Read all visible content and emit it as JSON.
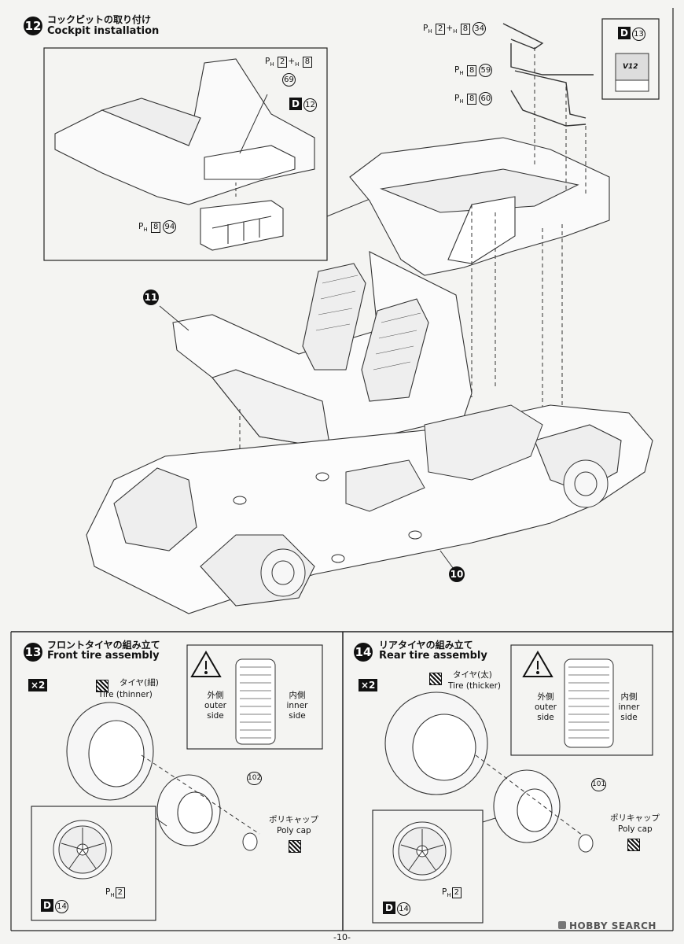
{
  "step12": {
    "number": "12",
    "title_jp": "コックピットの取り付け",
    "title_en": "Cockpit installation",
    "part_34": {
      "prefix": "P",
      "sub": "H",
      "a": "2",
      "plus": "+",
      "sub2": "H",
      "b": "8",
      "num": "34"
    },
    "part_59": {
      "prefix": "P",
      "sub": "H",
      "b": "8",
      "num": "59"
    },
    "part_60": {
      "prefix": "P",
      "sub": "H",
      "b": "8",
      "num": "60"
    },
    "decal_d13": {
      "letter": "D",
      "num": "13"
    },
    "inset_part_69": {
      "prefix": "P",
      "sub": "H",
      "a": "2",
      "plus": "+",
      "sub2": "H",
      "b": "8",
      "num": "69"
    },
    "inset_decal_d12": {
      "letter": "D",
      "num": "12"
    },
    "inset_part_94": {
      "prefix": "P",
      "sub": "H",
      "b": "8",
      "num": "94"
    },
    "callout_11": "11",
    "callout_10": "10",
    "decal_text": "V12"
  },
  "step13": {
    "number": "13",
    "title_jp": "フロントタイヤの組み立て",
    "title_en": "Front tire assembly",
    "multiplier": "×2",
    "tire_jp": "タイヤ(細)",
    "tire_en": "Tire (thinner)",
    "outer_jp": "外側",
    "outer_en1": "outer",
    "outer_en2": "side",
    "inner_jp": "内側",
    "inner_en1": "inner",
    "inner_en2": "side",
    "part_wheel": "102",
    "polycap_jp": "ポリキャップ",
    "polycap_en": "Poly cap",
    "decal": {
      "letter": "D",
      "num": "14"
    },
    "ph_part": {
      "prefix": "P",
      "sub": "H",
      "num": "2"
    }
  },
  "step14": {
    "number": "14",
    "title_jp": "リアタイヤの組み立て",
    "title_en": "Rear tire assembly",
    "multiplier": "×2",
    "tire_jp": "タイヤ(太)",
    "tire_en": "Tire (thicker)",
    "outer_jp": "外側",
    "outer_en1": "outer",
    "outer_en2": "side",
    "inner_jp": "内側",
    "inner_en1": "inner",
    "inner_en2": "side",
    "part_wheel": "101",
    "polycap_jp": "ポリキャップ",
    "polycap_en": "Poly cap",
    "decal": {
      "letter": "D",
      "num": "14"
    },
    "ph_part": {
      "prefix": "P",
      "sub": "H",
      "num": "2"
    }
  },
  "footer": {
    "page": "-10-",
    "watermark": "HOBBY SEARCH"
  }
}
